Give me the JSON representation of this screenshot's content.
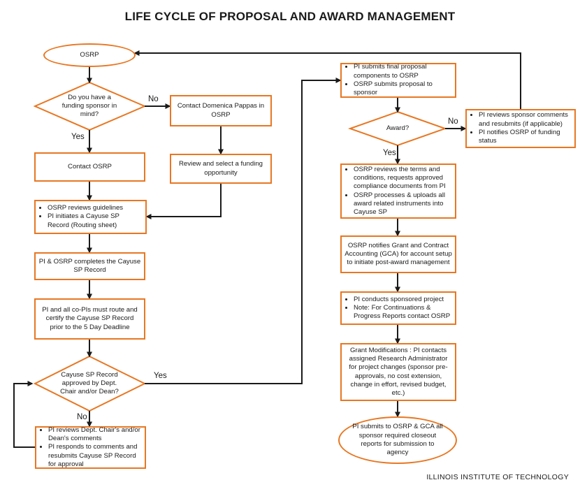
{
  "title": "LIFE CYCLE OF PROPOSAL AND AWARD MANAGEMENT",
  "footer": "ILLINOIS INSTITUTE OF TECHNOLOGY",
  "left": {
    "start": "OSRP",
    "decision1": "Do you have a funding sponsor in mind?",
    "no1": "No",
    "yes1": "Yes",
    "contact_domenica": "Contact Domenica Pappas in OSRP",
    "contact_osrp": "Contact OSRP",
    "review_select": "Review and select a funding opportunity",
    "reviews_guidelines": [
      "OSRP reviews guidelines",
      "PI initiates a Cayuse SP Record (Routing sheet)"
    ],
    "complete_record": "PI & OSRP completes the Cayuse SP Record",
    "route_certify": "PI and all co-PIs must route and certify the Cayuse SP Record prior to the 5 Day Deadline",
    "decision2": "Cayuse SP Record approved by Dept. Chair and/or Dean?",
    "yes2": "Yes",
    "no2": "No",
    "reviews_comments": [
      "PI reviews Dept. Chair's and/or Dean's comments",
      "PI responds to comments and resubmits Cayuse SP Record for approval"
    ]
  },
  "right": {
    "final_proposal": [
      "PI submits final proposal components to OSRP",
      "OSRP submits proposal to sponsor"
    ],
    "decision_award": "Award?",
    "no_award": "No",
    "yes_award": "Yes",
    "resubmit": [
      "PI reviews sponsor comments and resubmits (if applicable)",
      "PI notifies OSRP of funding status"
    ],
    "terms": [
      "OSRP reviews the terms and conditions, requests approved compliance documents from PI",
      "OSRP processes & uploads all award related instruments into Cayuse SP"
    ],
    "notify_gca": "OSRP notifies Grant and Contract Accounting (GCA) for account setup to initiate post-award management",
    "conducts": [
      "PI conducts sponsored project",
      "Note: For Continuations & Progress Reports contact OSRP"
    ],
    "modifications": "Grant Modifications : PI contacts assigned Research Administrator for project changes (sponsor pre-approvals, no cost extension, change in effort, revised budget, etc.)",
    "closeout": "PI submits to OSRP & GCA all sponsor required closeout reports for submission to agency"
  },
  "colors": {
    "accent": "#e87722",
    "line": "#1a1a1a"
  }
}
